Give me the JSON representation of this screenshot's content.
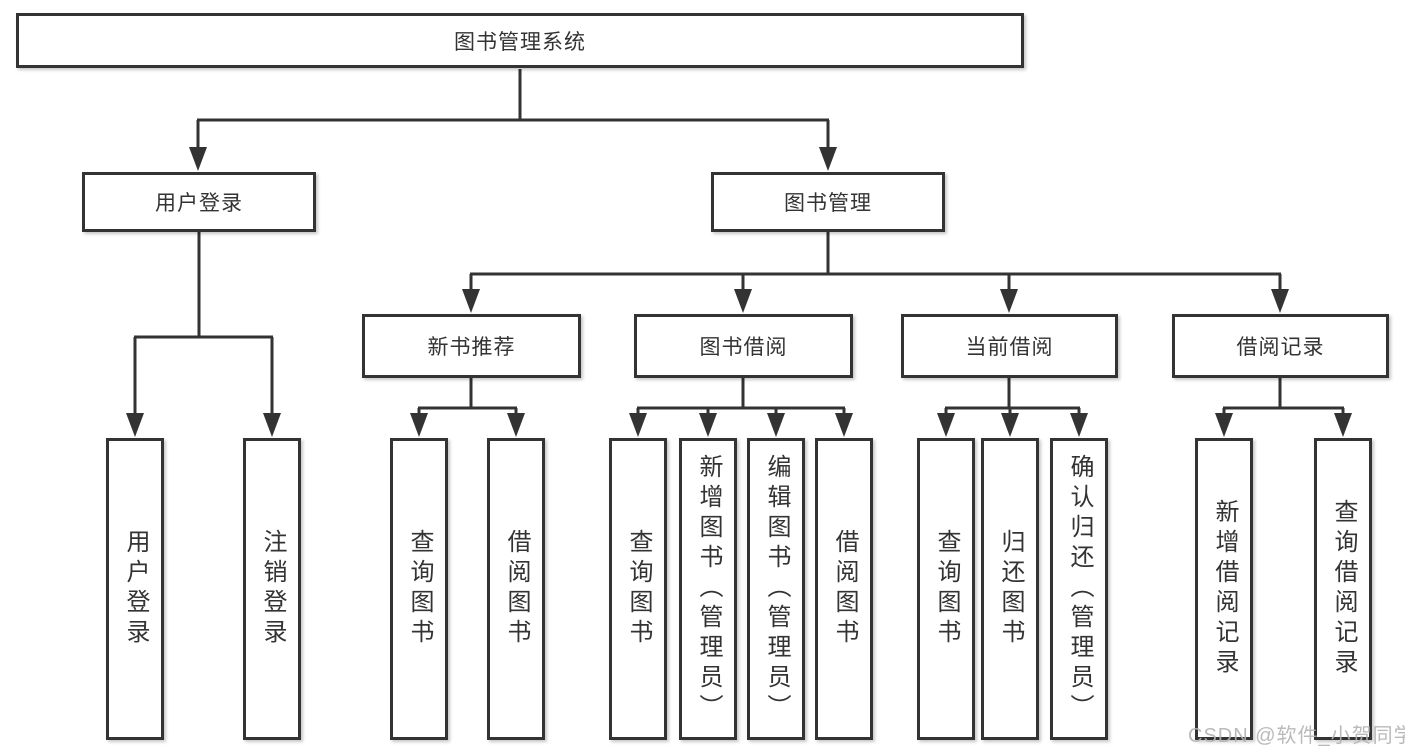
{
  "colors": {
    "line": "#333333",
    "text": "#333333",
    "background": "#ffffff",
    "watermark": "#b3b3b3"
  },
  "watermark": {
    "text": "CSDN @软件_小贺同学"
  },
  "tree": {
    "label": "图书管理系统",
    "children": [
      {
        "label": "用户登录",
        "children": [
          {
            "label": "用户登录"
          },
          {
            "label": "注销登录"
          }
        ]
      },
      {
        "label": "图书管理",
        "children": [
          {
            "label": "新书推荐",
            "children": [
              {
                "label": "查询图书"
              },
              {
                "label": "借阅图书"
              }
            ]
          },
          {
            "label": "图书借阅",
            "children": [
              {
                "label": "查询图书"
              },
              {
                "label": "新增图书（管理员）"
              },
              {
                "label": "编辑图书（管理员）"
              },
              {
                "label": "借阅图书"
              }
            ]
          },
          {
            "label": "当前借阅",
            "children": [
              {
                "label": "查询图书"
              },
              {
                "label": "归还图书"
              },
              {
                "label": "确认归还（管理员）"
              }
            ]
          },
          {
            "label": "借阅记录",
            "children": [
              {
                "label": "新增借阅记录"
              },
              {
                "label": "查询借阅记录"
              }
            ]
          }
        ]
      }
    ]
  }
}
